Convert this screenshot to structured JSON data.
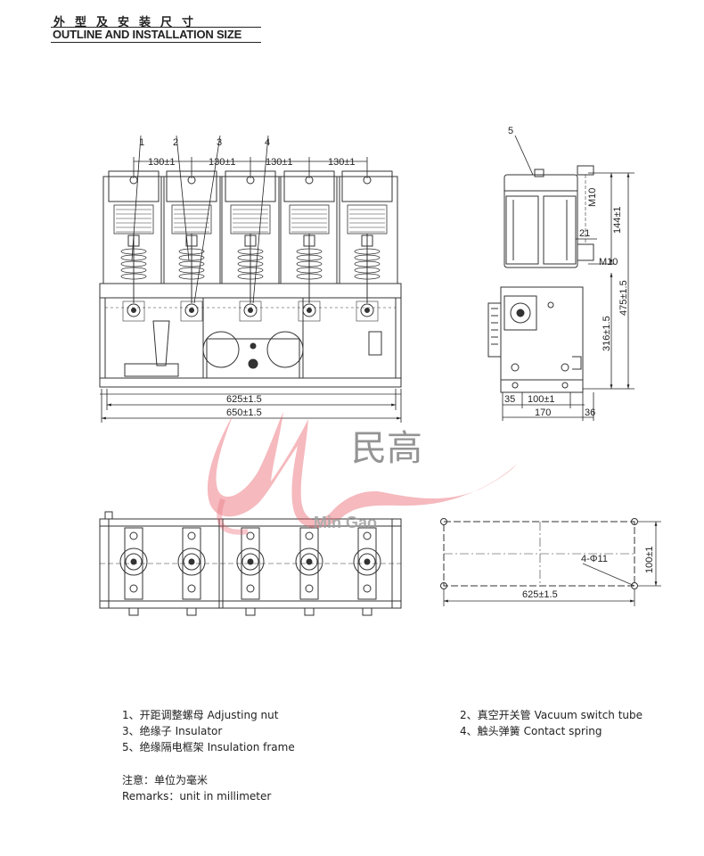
{
  "header": {
    "title_cn": "外型及安装尺寸",
    "title_en": "OUTLINE AND INSTALLATION SIZE"
  },
  "front_view": {
    "callouts": [
      "1",
      "2",
      "3",
      "4"
    ],
    "pitch_dims": [
      "130±1",
      "130±1",
      "130±1",
      "130±1"
    ],
    "dim_625": "625±1.5",
    "dim_650": "650±1.5"
  },
  "side_view": {
    "callout": "5",
    "dim_m10_top": "M10",
    "dim_144": "144±1",
    "dim_21": "21",
    "dim_m10_bottom": "M10",
    "dim_316": "316±1.5",
    "dim_475": "475±1.5",
    "dim_35": "35",
    "dim_100": "100±1",
    "dim_170": "170",
    "dim_36": "36"
  },
  "mount_view": {
    "dim_100": "100±1",
    "hole_label": "4-Φ11",
    "dim_625": "625±1.5"
  },
  "watermark": {
    "brand_cn": "民高",
    "brand_en": "Min Gao",
    "color": "#e8606c"
  },
  "legend": [
    {
      "num": "1、开距调整螺母",
      "label": "Adjusting nut"
    },
    {
      "num": "2、真空开关管",
      "label": "Vacuum switch tube"
    },
    {
      "num": "3、绝缘子",
      "label": "Insulator"
    },
    {
      "num": "4、触头弹簧",
      "label": "Contact spring"
    },
    {
      "num": "5、绝缘隔电框架",
      "label": "Insulation frame"
    }
  ],
  "remarks": {
    "cn": "注意：单位为毫米",
    "en": "Remarks：unit in millimeter"
  }
}
